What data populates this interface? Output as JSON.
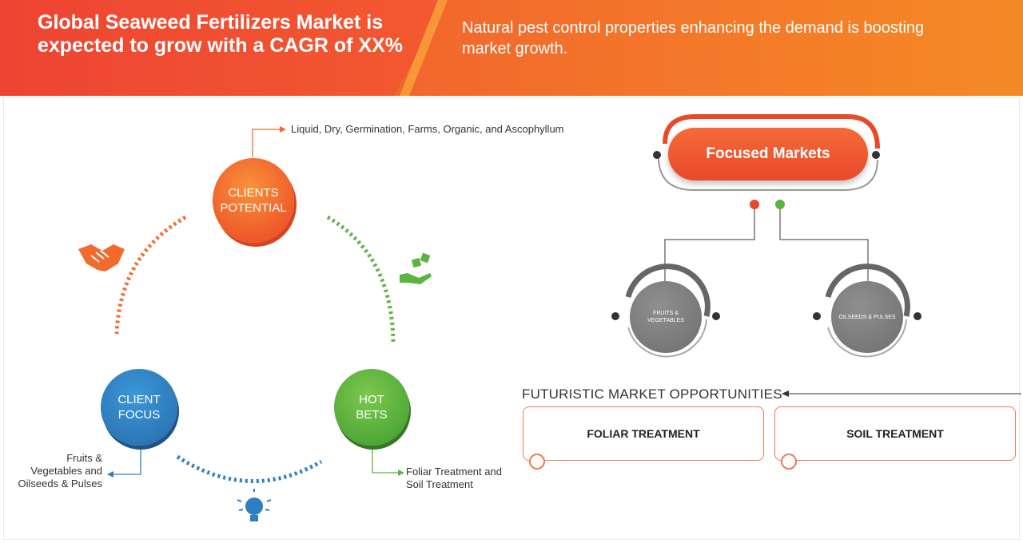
{
  "header": {
    "title": "Global Seaweed Fertilizers Market is expected to grow with a CAGR of XX%",
    "subtitle": "Natural pest control properties enhancing the demand is boosting market growth."
  },
  "cycle": {
    "clients_potential": {
      "line1": "CLIENTS",
      "line2": "POTENTIAL",
      "note": "Liquid, Dry, Germination, Farms, Organic, and Ascophyllum"
    },
    "client_focus": {
      "line1": "CLIENT",
      "line2": "FOCUS",
      "note_lines": [
        "Fruits &",
        "Vegetables and",
        "Oilseeds & Pulses"
      ]
    },
    "hot_bets": {
      "line1": "HOT",
      "line2": "BETS",
      "note_lines": [
        "Foliar Treatment and",
        "Soil Treatment"
      ]
    }
  },
  "icons": [
    "handshake-icon",
    "dice-hand-icon",
    "lightbulb-icon"
  ],
  "focused_markets": {
    "title": "Focused Markets",
    "items": [
      {
        "line1": "FRUITS &",
        "line2": "VEGETABLES"
      },
      {
        "line1": "OILSEEDS & PULSES",
        "line2": ""
      }
    ]
  },
  "opportunities": {
    "title": "FUTURISTIC MARKET OPPORTUNITIES",
    "items": [
      "FOLIAR TREATMENT",
      "SOIL TREATMENT"
    ]
  },
  "colors": {
    "orange": "#f26a2c",
    "blue": "#2e7fc1",
    "green": "#5bb340",
    "gray": "#6e6e6e"
  }
}
